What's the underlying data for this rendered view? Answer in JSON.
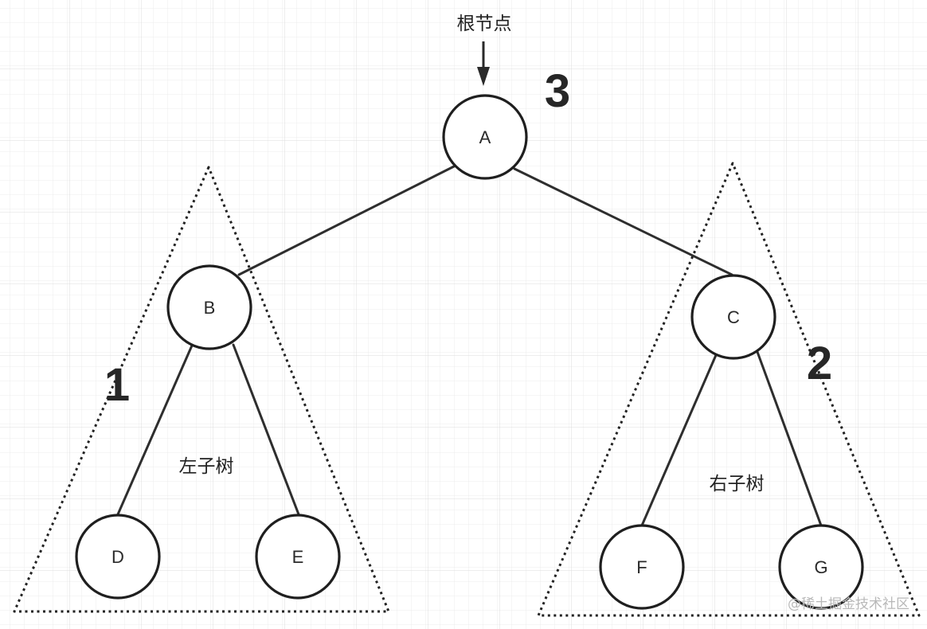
{
  "root_caption": "根节点",
  "left_subtree": {
    "label": "左子树",
    "number": "1"
  },
  "right_subtree": {
    "label": "右子树",
    "number": "2"
  },
  "root_number": "3",
  "nodes": {
    "A": "A",
    "B": "B",
    "C": "C",
    "D": "D",
    "E": "E",
    "F": "F",
    "G": "G"
  },
  "edges": [
    [
      "A",
      "B"
    ],
    [
      "A",
      "C"
    ],
    [
      "B",
      "D"
    ],
    [
      "B",
      "E"
    ],
    [
      "C",
      "F"
    ],
    [
      "C",
      "G"
    ]
  ],
  "watermark": "@稀土掘金技术社区",
  "colors": {
    "grid": "#e9e9e9",
    "stroke": "#1f1f1f",
    "background": "#ffffff"
  }
}
